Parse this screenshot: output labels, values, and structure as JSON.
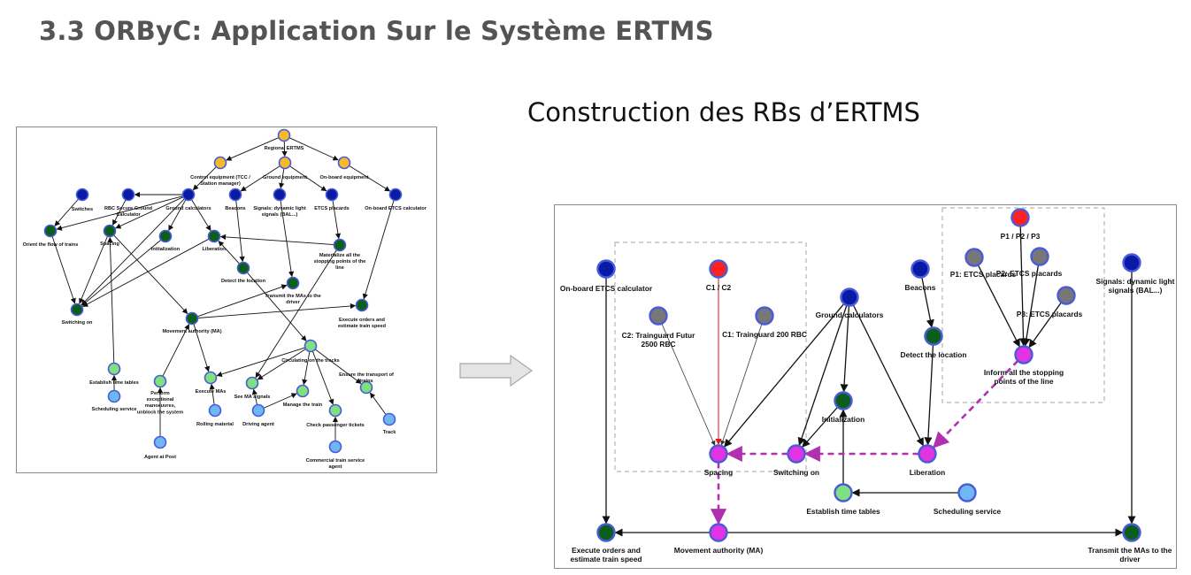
{
  "slide": {
    "title": "3.3 ORByC: Application Sur le Système ERTMS",
    "subtitle": "Construction des RBs d’ERTMS"
  },
  "colors": {
    "yellow": "#f5b92e",
    "navy": "#0b1aa6",
    "dark_green": "#0c5e1c",
    "light_green": "#7fe07f",
    "light_blue": "#6fb6f5",
    "grey": "#777777",
    "red": "#ff2020",
    "magenta": "#e233e2",
    "ring": "#4a5bd6",
    "relation": "#b030b0"
  },
  "icons": {
    "transition_arrow": "right-arrow-icon"
  },
  "left_graph": {
    "nodes": [
      {
        "id": "regional",
        "label": "Regional ERTMS",
        "color": "yellow"
      },
      {
        "id": "control",
        "label": "Control equipment (TCC / Station manager)",
        "color": "yellow"
      },
      {
        "id": "ground_eq",
        "label": "Ground equipment",
        "color": "yellow"
      },
      {
        "id": "onboard_eq",
        "label": "On-board equipment",
        "color": "yellow"
      },
      {
        "id": "switches",
        "label": "Switches",
        "color": "navy"
      },
      {
        "id": "rbc",
        "label": "RBC Secure Ground Calculator",
        "color": "navy"
      },
      {
        "id": "ground_calc",
        "label": "Ground calculators",
        "color": "navy"
      },
      {
        "id": "beacons",
        "label": "Beacons",
        "color": "navy"
      },
      {
        "id": "signals",
        "label": "Signals: dynamic light signals (BAL...)",
        "color": "navy"
      },
      {
        "id": "etcs_placards",
        "label": "ETCS placards",
        "color": "navy"
      },
      {
        "id": "onboard_calc",
        "label": "On-board ETCS calculator",
        "color": "navy"
      },
      {
        "id": "orient",
        "label": "Orient the flow of trains",
        "color": "dark_green"
      },
      {
        "id": "spacing",
        "label": "Spacing",
        "color": "dark_green"
      },
      {
        "id": "init",
        "label": "Initialization",
        "color": "dark_green"
      },
      {
        "id": "liberation",
        "label": "Liberation",
        "color": "dark_green"
      },
      {
        "id": "materialize",
        "label": "Materialize all the stopping points of the line",
        "color": "dark_green"
      },
      {
        "id": "detect",
        "label": "Detect the location",
        "color": "dark_green"
      },
      {
        "id": "transmit",
        "label": "Transmit the MAs to the driver",
        "color": "dark_green"
      },
      {
        "id": "switching",
        "label": "Switching on",
        "color": "dark_green"
      },
      {
        "id": "ma",
        "label": "Movement authority (MA)",
        "color": "dark_green"
      },
      {
        "id": "execute_orders",
        "label": "Execute orders and estimate train speed",
        "color": "dark_green"
      },
      {
        "id": "circulating",
        "label": "Circulating on the tracks",
        "color": "light_green"
      },
      {
        "id": "establish",
        "label": "Establish time tables",
        "color": "light_green"
      },
      {
        "id": "perform",
        "label": "Perform exceptional manoeuvres, unblock the system",
        "color": "light_green"
      },
      {
        "id": "execute_mas",
        "label": "Execute MAs",
        "color": "light_green"
      },
      {
        "id": "see_ma",
        "label": "See MA signals",
        "color": "light_green"
      },
      {
        "id": "manage",
        "label": "Manage the train",
        "color": "light_green"
      },
      {
        "id": "ensure",
        "label": "Ensure the transport of trains",
        "color": "light_green"
      },
      {
        "id": "check",
        "label": "Check passenger tickets",
        "color": "light_green"
      },
      {
        "id": "scheduling",
        "label": "Scheduling service",
        "color": "light_blue"
      },
      {
        "id": "rolling",
        "label": "Rolling material",
        "color": "light_blue"
      },
      {
        "id": "driving",
        "label": "Driving agent",
        "color": "light_blue"
      },
      {
        "id": "track",
        "label": "Track",
        "color": "light_blue"
      },
      {
        "id": "agent_post",
        "label": "Agent at Post",
        "color": "light_blue"
      },
      {
        "id": "commercial",
        "label": "Commercial train service agent",
        "color": "light_blue"
      }
    ],
    "edges": [
      [
        "regional",
        "control"
      ],
      [
        "regional",
        "ground_eq"
      ],
      [
        "regional",
        "onboard_eq"
      ],
      [
        "control",
        "ground_calc"
      ],
      [
        "ground_eq",
        "beacons"
      ],
      [
        "ground_eq",
        "signals"
      ],
      [
        "ground_eq",
        "etcs_placards"
      ],
      [
        "onboard_eq",
        "onboard_calc"
      ],
      [
        "ground_calc",
        "rbc"
      ],
      [
        "ground_calc",
        "spacing"
      ],
      [
        "ground_calc",
        "init"
      ],
      [
        "ground_calc",
        "liberation"
      ],
      [
        "ground_calc",
        "switching"
      ],
      [
        "ground_calc",
        "orient"
      ],
      [
        "rbc",
        "spacing"
      ],
      [
        "switches",
        "orient"
      ],
      [
        "orient",
        "switching"
      ],
      [
        "spacing",
        "switching"
      ],
      [
        "spacing",
        "ma"
      ],
      [
        "init",
        "switching"
      ],
      [
        "liberation",
        "switching"
      ],
      [
        "beacons",
        "detect"
      ],
      [
        "detect",
        "liberation"
      ],
      [
        "materialize",
        "liberation"
      ],
      [
        "etcs_placards",
        "materialize"
      ],
      [
        "signals",
        "transmit"
      ],
      [
        "onboard_calc",
        "execute_orders"
      ],
      [
        "ma",
        "transmit"
      ],
      [
        "ma",
        "execute_orders"
      ],
      [
        "ma",
        "execute_mas"
      ],
      [
        "materialize",
        "see_ma"
      ],
      [
        "circulating",
        "execute_mas"
      ],
      [
        "circulating",
        "see_ma"
      ],
      [
        "circulating",
        "manage"
      ],
      [
        "circulating",
        "ensure"
      ],
      [
        "circulating",
        "check"
      ],
      [
        "detect",
        "circulating"
      ],
      [
        "driving",
        "manage"
      ],
      [
        "rolling",
        "execute_mas"
      ],
      [
        "track",
        "ensure"
      ],
      [
        "commercial",
        "check"
      ],
      [
        "scheduling",
        "establish"
      ],
      [
        "establish",
        "spacing"
      ],
      [
        "agent_post",
        "perform"
      ],
      [
        "perform",
        "ma"
      ],
      [
        "driving",
        "see_ma"
      ]
    ]
  },
  "right_graph": {
    "nodes": [
      {
        "id": "p123",
        "label": "P1 / P2 / P3",
        "color": "red"
      },
      {
        "id": "p1",
        "label": "P1: ETCS placards",
        "color": "grey"
      },
      {
        "id": "p2",
        "label": "P2: ETCS placards",
        "color": "grey"
      },
      {
        "id": "p3",
        "label": "P3: ETCS placards",
        "color": "grey"
      },
      {
        "id": "inform",
        "label": "Inform all the stopping points of the line",
        "color": "magenta"
      },
      {
        "id": "onboard_calc",
        "label": "On-board ETCS calculator",
        "color": "navy"
      },
      {
        "id": "c12",
        "label": "C1 / C2",
        "color": "red"
      },
      {
        "id": "c2",
        "label": "C2: Trainguard Futur 2500 RBC",
        "color": "grey"
      },
      {
        "id": "c1",
        "label": "C1: Trainguard 200 RBC",
        "color": "grey"
      },
      {
        "id": "ground_calc",
        "label": "Ground calculators",
        "color": "navy"
      },
      {
        "id": "beacons",
        "label": "Beacons",
        "color": "navy"
      },
      {
        "id": "detect",
        "label": "Detect the location",
        "color": "dark_green"
      },
      {
        "id": "signals",
        "label": "Signals: dynamic light signals (BAL...)",
        "color": "navy"
      },
      {
        "id": "init",
        "label": "Initialization",
        "color": "dark_green"
      },
      {
        "id": "spacing",
        "label": "Spacing",
        "color": "magenta"
      },
      {
        "id": "switching",
        "label": "Switching on",
        "color": "magenta"
      },
      {
        "id": "liberation",
        "label": "Liberation",
        "color": "magenta"
      },
      {
        "id": "establish",
        "label": "Establish time tables",
        "color": "light_green"
      },
      {
        "id": "scheduling",
        "label": "Scheduling service",
        "color": "light_blue"
      },
      {
        "id": "execute_orders",
        "label": "Execute orders and estimate train speed",
        "color": "dark_green"
      },
      {
        "id": "ma",
        "label": "Movement authority (MA)",
        "color": "magenta"
      },
      {
        "id": "transmit",
        "label": "Transmit the MAs to the driver",
        "color": "dark_green"
      }
    ],
    "edges": [
      {
        "from": "p123",
        "to": "inform",
        "style": "solid"
      },
      {
        "from": "p1",
        "to": "inform",
        "style": "solid"
      },
      {
        "from": "p2",
        "to": "inform",
        "style": "solid"
      },
      {
        "from": "p3",
        "to": "inform",
        "style": "solid"
      },
      {
        "from": "c12",
        "to": "spacing",
        "style": "red"
      },
      {
        "from": "c2",
        "to": "spacing",
        "style": "thin"
      },
      {
        "from": "c1",
        "to": "spacing",
        "style": "thin"
      },
      {
        "from": "ground_calc",
        "to": "spacing",
        "style": "solid"
      },
      {
        "from": "ground_calc",
        "to": "switching",
        "style": "solid"
      },
      {
        "from": "ground_calc",
        "to": "init",
        "style": "solid"
      },
      {
        "from": "ground_calc",
        "to": "liberation",
        "style": "solid"
      },
      {
        "from": "beacons",
        "to": "detect",
        "style": "solid"
      },
      {
        "from": "detect",
        "to": "liberation",
        "style": "solid"
      },
      {
        "from": "init",
        "to": "switching",
        "style": "solid"
      },
      {
        "from": "establish",
        "to": "init",
        "style": "solid"
      },
      {
        "from": "scheduling",
        "to": "establish",
        "style": "solid"
      },
      {
        "from": "onboard_calc",
        "to": "execute_orders",
        "style": "solid"
      },
      {
        "from": "signals",
        "to": "transmit",
        "style": "solid"
      },
      {
        "from": "ma",
        "to": "execute_orders",
        "style": "solid"
      },
      {
        "from": "ma",
        "to": "transmit",
        "style": "solid"
      },
      {
        "from": "inform",
        "to": "liberation",
        "style": "dashed"
      },
      {
        "from": "liberation",
        "to": "switching",
        "style": "dashed"
      },
      {
        "from": "switching",
        "to": "spacing",
        "style": "dashed"
      },
      {
        "from": "spacing",
        "to": "ma",
        "style": "dashed"
      }
    ]
  }
}
